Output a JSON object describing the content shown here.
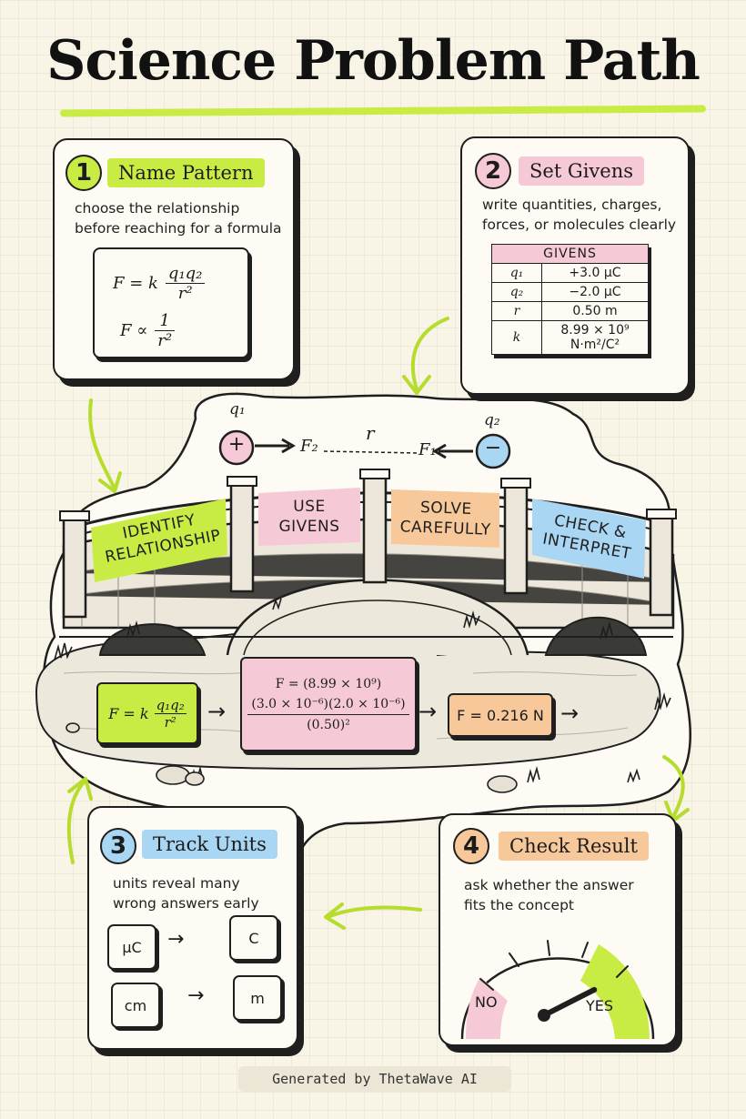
{
  "title": "Science Problem Path",
  "colors": {
    "green": "#c9ec45",
    "pink": "#f6c9d6",
    "orange": "#f7c99a",
    "blue": "#a9d6f2",
    "ink": "#1f1f1f"
  },
  "step1": {
    "number": "1",
    "label": "Name Pattern",
    "description_lines": [
      "choose the relationship",
      "before reaching for a formula"
    ],
    "formula_a": {
      "lhs": "F = k",
      "num": "q₁q₂",
      "den": "r²"
    },
    "formula_b": {
      "lhs": "F ∝",
      "num": "1",
      "den": "r²"
    }
  },
  "step2": {
    "number": "2",
    "label": "Set Givens",
    "description_lines": [
      "write quantities, charges,",
      "forces, or molecules clearly"
    ],
    "table_header": "GIVENS",
    "rows": [
      {
        "symbol": "q₁",
        "value": "+3.0 μC"
      },
      {
        "symbol": "q₂",
        "value": "−2.0 μC"
      },
      {
        "symbol": "r",
        "value": "0.50 m"
      },
      {
        "symbol": "k",
        "value": "8.99 × 10⁹",
        "value2": "N·m²/C²"
      }
    ]
  },
  "charges": {
    "q1_label": "q₁",
    "q1_sign": "+",
    "q2_label": "q₂",
    "q2_sign": "−",
    "f2": "F₂",
    "f1": "F₁",
    "r": "r"
  },
  "bridge_panels": [
    {
      "line1": "IDENTIFY",
      "line2": "RELATIONSHIP"
    },
    {
      "line1": "USE",
      "line2": "GIVENS"
    },
    {
      "line1": "SOLVE",
      "line2": "CAREFULLY"
    },
    {
      "line1": "CHECK &",
      "line2": "INTERPRET"
    }
  ],
  "road": {
    "formula": {
      "lhs": "F = k",
      "num": "q₁q₂",
      "den": "r²"
    },
    "substitution": {
      "line1": "F = (8.99 × 10⁹)",
      "num": "(3.0 × 10⁻⁶)(2.0 × 10⁻⁶)",
      "den": "(0.50)²"
    },
    "result": "F = 0.216 N"
  },
  "step3": {
    "number": "3",
    "label": "Track Units",
    "description_lines": [
      "units reveal many",
      "wrong answers early"
    ],
    "conversions": [
      {
        "from": "μC",
        "to": "C"
      },
      {
        "from": "cm",
        "to": "m"
      }
    ]
  },
  "step4": {
    "number": "4",
    "label": "Check Result",
    "description_lines": [
      "ask whether the answer",
      "fits the concept"
    ],
    "gauge_no": "NO",
    "gauge_yes": "YES",
    "gauge_level": 0.85
  },
  "footer": "Generated by ThetaWave AI"
}
